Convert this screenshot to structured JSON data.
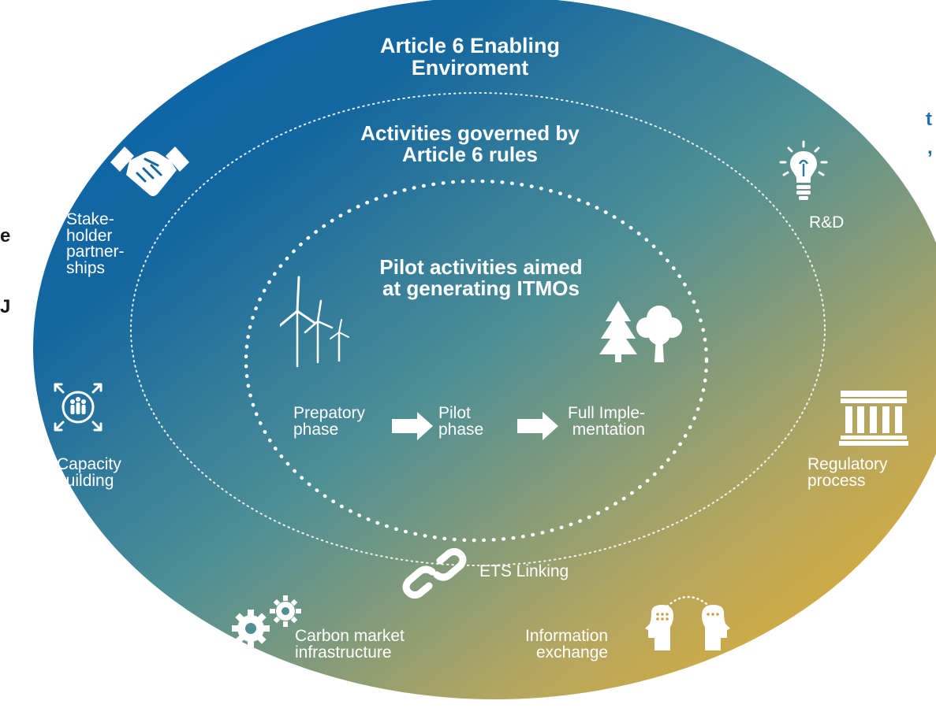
{
  "clipped_fragments": [
    {
      "text": "t",
      "color": "#1f6fb5"
    },
    {
      "text": ",",
      "color": "#1f6fb5"
    },
    {
      "text": "e",
      "color": "#1a1a1a"
    },
    {
      "text": "J",
      "color": "#1a1a1a"
    }
  ],
  "rings": {
    "outer_title": "Article 6 Enabling\nEnviroment",
    "middle_title": "Activities governed by\nArticle 6 rules",
    "inner_title": "Pilot activities aimed\nat generating ITMOs"
  },
  "phases": [
    {
      "label": "Prepatory\nphase"
    },
    {
      "label": "Pilot\nphase"
    },
    {
      "label": "Full Imple-\nmentation"
    }
  ],
  "outer_items": {
    "stakeholder": {
      "label": "Stake-\nholder\npartner-\nships",
      "icon": "handshake-icon"
    },
    "capacity": {
      "label": "Capacity\nbuilding",
      "icon": "people-expand-icon"
    },
    "rnd": {
      "label": "R&D",
      "icon": "lightbulb-icon"
    },
    "regulatory": {
      "label": "Regulatory\nprocess",
      "icon": "institution-columns-icon"
    },
    "carbon": {
      "label": "Carbon market\ninfrastructure",
      "icon": "gears-icon"
    },
    "info": {
      "label": "Information\nexchange",
      "icon": "talking-heads-icon"
    },
    "ets": {
      "label": "ETS Linking",
      "icon": "chain-link-icon"
    }
  },
  "inner_icons": [
    "wind-turbines-icon",
    "trees-icon",
    "arrow-right-icon"
  ],
  "colors": {
    "gradient_start": "#0a64ad",
    "gradient_mid": "#4f8f95",
    "gradient_end": "#f0b021",
    "text": "#ffffff"
  }
}
